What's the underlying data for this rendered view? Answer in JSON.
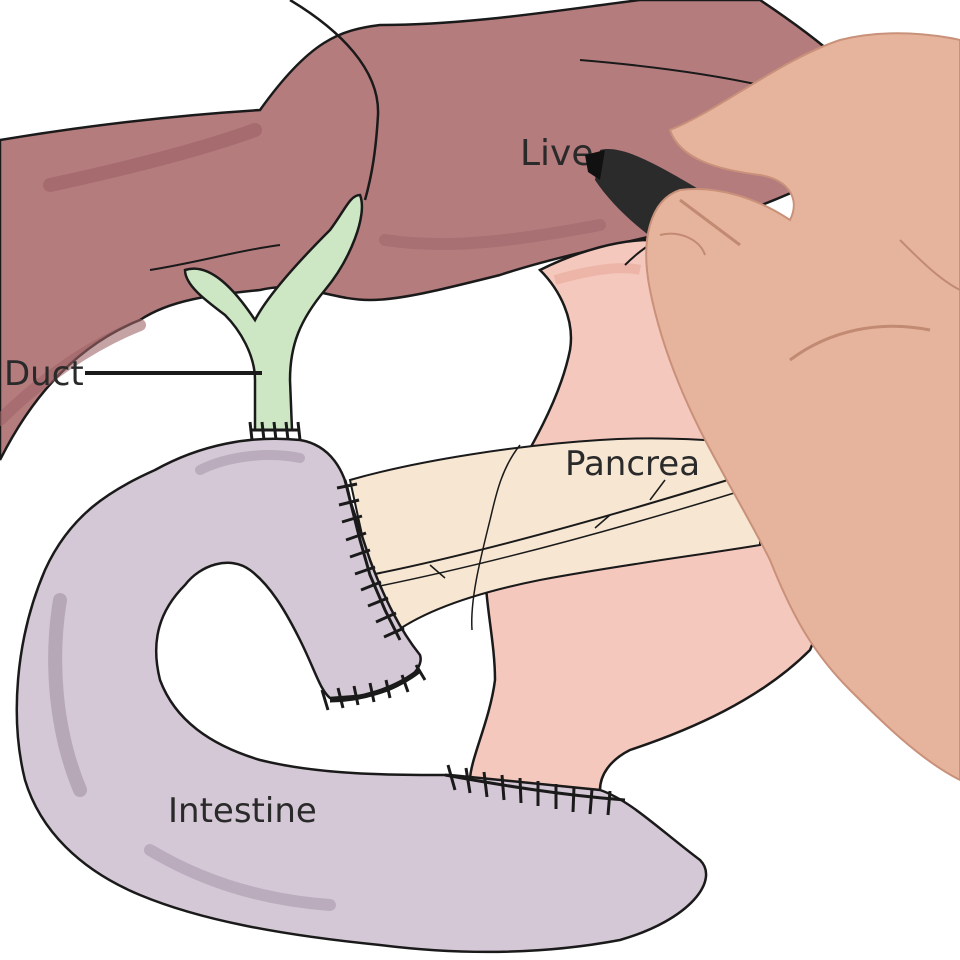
{
  "labels": {
    "liver": "Live",
    "duct": "Duct",
    "pancreas": "Pancrea",
    "intestine": "Intestine"
  },
  "colors": {
    "liver": "#b57c7e",
    "liver_shadow": "#9e6468",
    "duct": "#cde6c4",
    "pancreas": "#f6e6d2",
    "stomach": "#f4c8bd",
    "intestine": "#d5c8d6",
    "intestine_shadow": "#a99aab",
    "skin": "#e6b49c",
    "pen": "#e9e9e6",
    "outline": "#1a1a1a"
  },
  "icons": {
    "hand": "hand-holding-marker",
    "marker": "marker-pen-icon"
  }
}
